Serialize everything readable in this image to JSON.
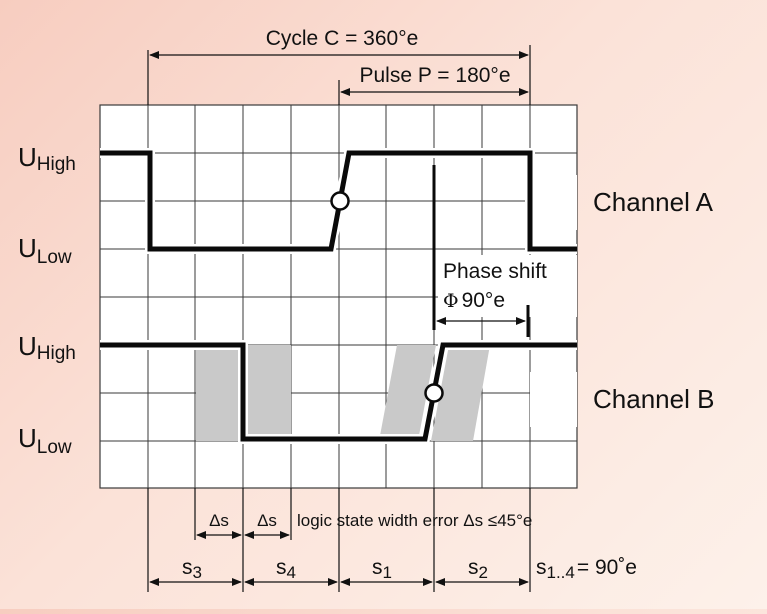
{
  "labels": {
    "cycle": "Cycle C = 360°e",
    "pulse": "Pulse P = 180°e",
    "u_high_main": "U",
    "u_high_sub": "High",
    "u_low_main": "U",
    "u_low_sub": "Low",
    "channel_a": "Channel A",
    "channel_b": "Channel B",
    "phase_shift_line1": "Phase shift",
    "phase_shift_symbol": "Φ",
    "phase_shift_value": "90°e",
    "delta_s": "Δs",
    "logic_error": "logic state width error Δs ≤45°e",
    "s3": "s",
    "s3_sub": "3",
    "s4": "s",
    "s4_sub": "4",
    "s1": "s",
    "s1_sub": "1",
    "s2": "s",
    "s2_sub": "2",
    "s_all": "s",
    "s_all_sub": "1..4",
    "s_all_value": "= 90˚e"
  },
  "colors": {
    "signal": "#0a0a0a",
    "halo": "#ffffff",
    "error_band": "#c9c9c9",
    "grid_bg": "#ffffff"
  }
}
